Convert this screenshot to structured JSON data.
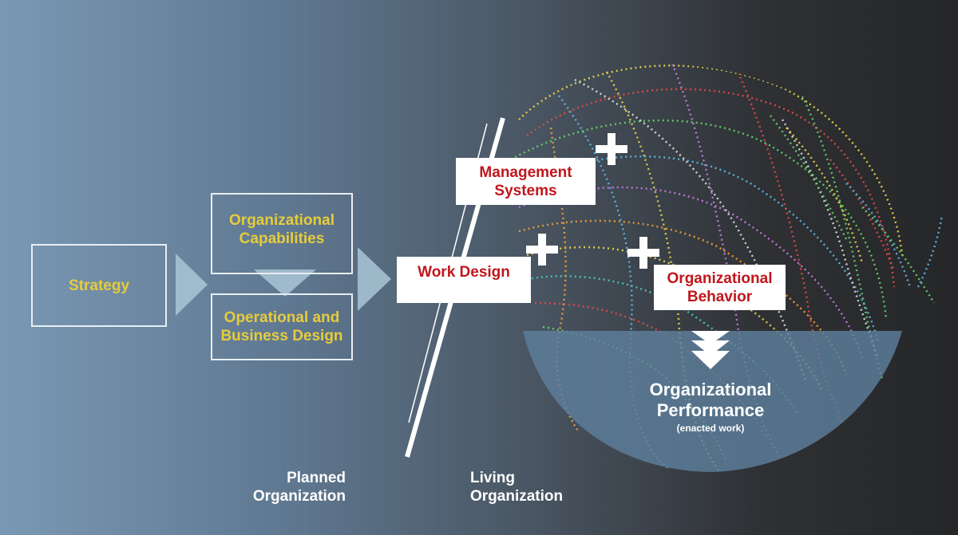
{
  "boxes": {
    "strategy": "Strategy",
    "org_capabilities": "Organizational Capabilities",
    "operational_business_design": "Operational and Business Design",
    "work_design": "Work Design",
    "management_systems": "Management Systems",
    "organizational_behavior": "Organizational Behavior"
  },
  "performance": {
    "title": "Organizational Performance",
    "subtitle": "(enacted work)"
  },
  "captions": {
    "planned": "Planned Organization",
    "living": "Living Organization"
  },
  "colors": {
    "outline_box_text": "#e6cc3c",
    "white_box_text": "#c0161c",
    "arrow_fill": "#a9c6d6",
    "bowl_fill": "#5e7f9c"
  }
}
